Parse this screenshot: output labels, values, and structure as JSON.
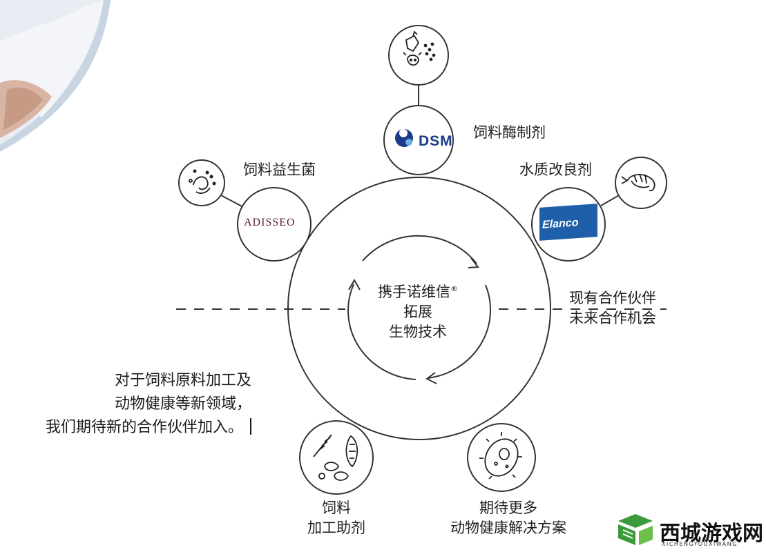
{
  "center": {
    "line1": "携手诺维信",
    "registered": "®",
    "line2": "拓展",
    "line3": "生物技术"
  },
  "divider": {
    "line1": "现有合作伙伴",
    "line2": "未来合作机会"
  },
  "partners": [
    {
      "company": "DSM",
      "label": "饲料酶制剂"
    },
    {
      "company": "ADISSEO",
      "label": "饲料益生菌"
    },
    {
      "company": "Elanco",
      "label": "水质改良剂"
    }
  ],
  "future": [
    {
      "label_line1": "饲料",
      "label_line2": "加工助剂"
    },
    {
      "label_line1": "期待更多",
      "label_line2": "动物健康解决方案"
    }
  ],
  "quote": {
    "line1": "对于饲料原料加工及",
    "line2": "动物健康等新领域，",
    "line3": "我们期待新的合作伙伴加入。"
  },
  "watermark": {
    "text": "西城游戏网",
    "sub": "XICHENGYOUXIWANG"
  },
  "icons": {
    "top": "animals-icon",
    "probiotic": "bacteria-icon",
    "water": "shrimp-icon",
    "feed": "grain-corn-icon",
    "health": "cell-icon"
  },
  "colors": {
    "dsm_blue": "#1b3a8c",
    "elanco_blue": "#1f5ea8",
    "watermark_green": "#3b9a3a"
  }
}
